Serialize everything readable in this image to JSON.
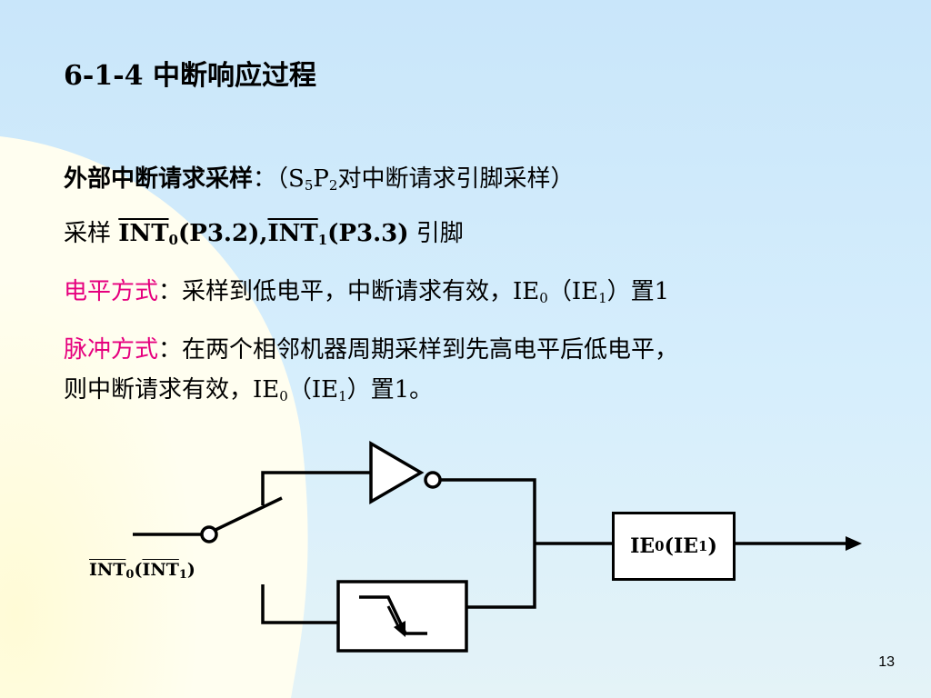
{
  "title": "6-1-4  中断响应过程",
  "external": {
    "label": "外部中断请求采样",
    "colon": "：",
    "paren_open": "（",
    "s": "S",
    "s_sub": "5",
    "p": "P",
    "p_sub": "2",
    "tail": "对中断请求引脚采样）"
  },
  "sample": {
    "prefix": "采样 ",
    "int": "INT",
    "int0_sub": "0",
    "pin0": "(P3.2),",
    "int1_sub": "1",
    "pin1": "(P3.3)",
    "suffix": "  引脚"
  },
  "level": {
    "label": "电平方式",
    "text": "：采样到低电平，中断请求有效，",
    "ie": "IE",
    "ie0_sub": "0",
    "paren_open": "（",
    "ie1_sub": "1",
    "tail": "）置1"
  },
  "pulse": {
    "label": "脉冲方式",
    "text": "：在两个相邻机器周期采样到先高电平后低电平，",
    "line2_text": "则中断请求有效，",
    "ie": "IE",
    "ie0_sub": "0",
    "paren_open": "（",
    "ie1_sub": "1",
    "tail": "）置1。"
  },
  "diagram": {
    "box": {
      "ie": "IE",
      "sub0": "0",
      "mid": "(IE",
      "sub1": "1",
      "close": ")"
    },
    "pin_label": {
      "int": "INT",
      "sub0": "0",
      "mid": "(",
      "sub1": "1",
      "close": ")"
    }
  },
  "page_number": "13",
  "colors": {
    "accent": "#e6007e",
    "bg_blue": "#cfe9fb",
    "bg_yellow": "#fffde0"
  }
}
